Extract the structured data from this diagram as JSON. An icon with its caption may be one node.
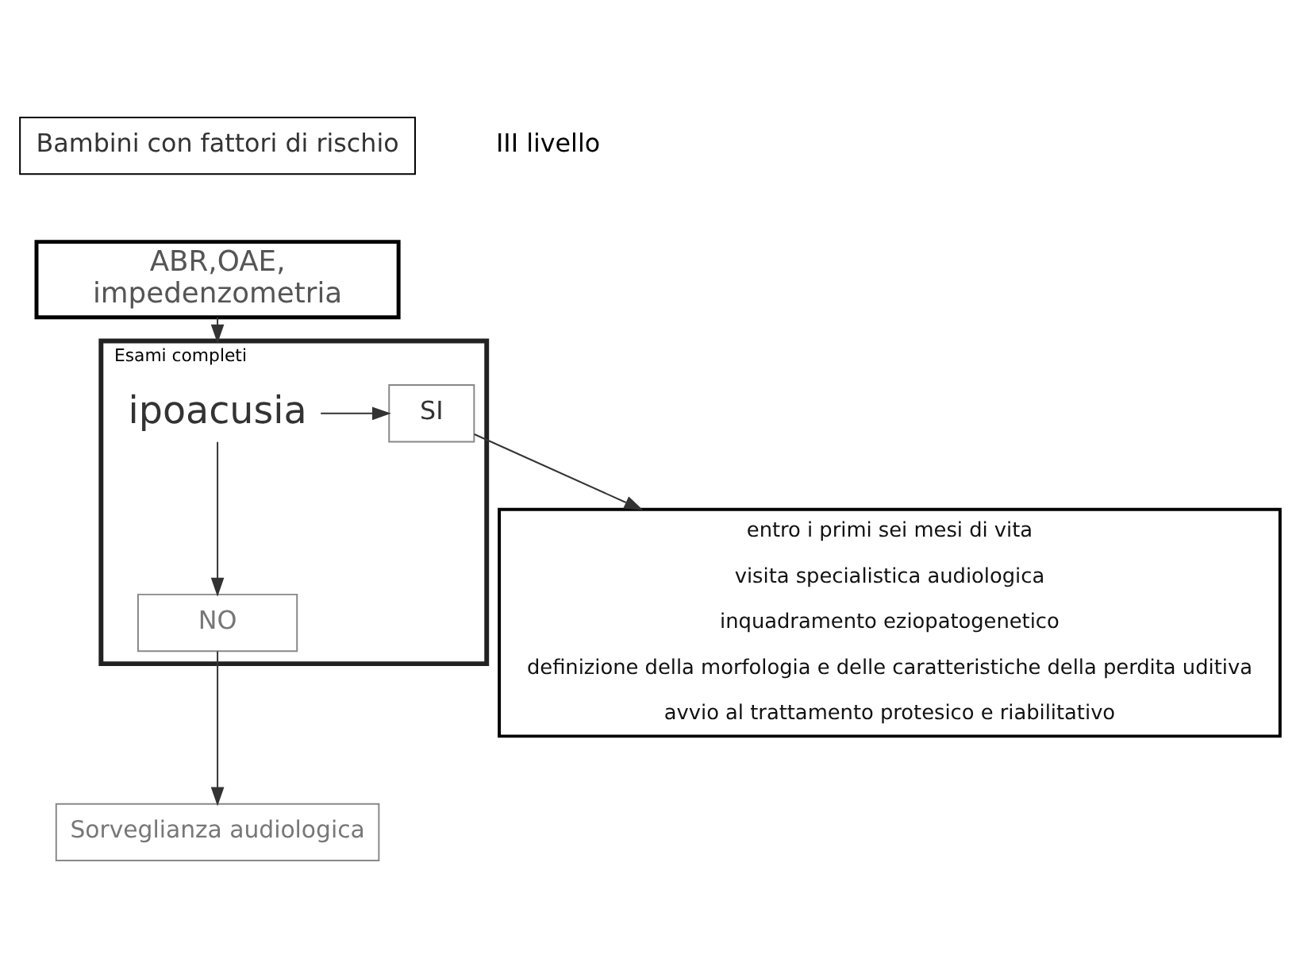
{
  "diagram": {
    "nodes": [
      {
        "text": [
          "Bambini con fattori di rischio"
        ]
      },
      {
        "text": [
          "ABR,OAE,",
          "impedenzometria"
        ]
      },
      {
        "text": [
          "Esami completi"
        ]
      },
      {
        "text": [
          "ipoacusia"
        ],
        "in": 2
      },
      {
        "text": [
          "SI"
        ],
        "in": 2
      },
      {
        "text": [
          "NO"
        ],
        "in": 2
      },
      {
        "text": [
          "entro i primi sei mesi di vita",
          "visita specialistica audiologica",
          "inquadramento eziopatogenetico",
          "definizione della morfologia e delle caratteristiche della perdita uditiva",
          "avvio al trattamento protesico e riabilitativo"
        ]
      },
      {
        "text": [
          "Sorveglianza audiologica"
        ]
      }
    ],
    "edges": [
      {
        "from": 1,
        "to": 2,
        "arrow": "to"
      },
      {
        "from": 3,
        "to": 4,
        "arrow": "to"
      },
      {
        "from": 4,
        "to": 6,
        "arrow": "to"
      },
      {
        "from": 3,
        "to": 5,
        "arrow": "to"
      },
      {
        "from": 5,
        "to": 7,
        "arrow": "to"
      }
    ],
    "labels": [
      "III livello"
    ]
  }
}
